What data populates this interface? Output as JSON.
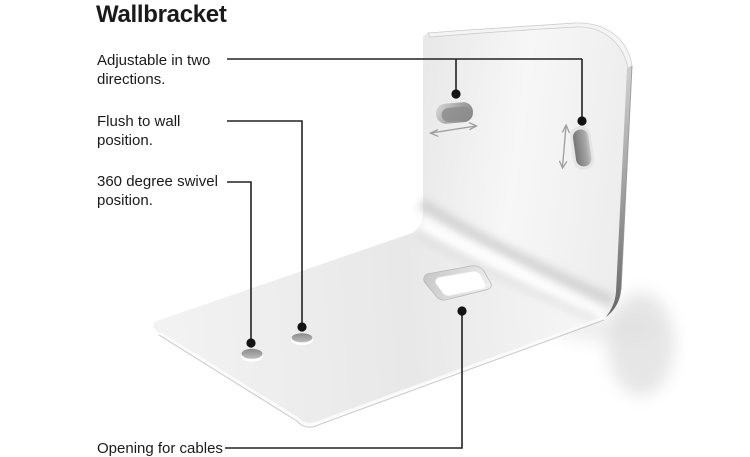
{
  "diagram": {
    "title": "Wallbracket",
    "callouts": [
      {
        "label": "Adjustable in two directions.",
        "points_to": [
          "horizontal-mounting-slot",
          "vertical-mounting-slot"
        ]
      },
      {
        "label": "Flush to wall position.",
        "points_to": [
          "flush-position-hole"
        ]
      },
      {
        "label": "360 degree swivel position.",
        "points_to": [
          "swivel-position-hole"
        ]
      },
      {
        "label": "Opening for cables",
        "points_to": [
          "cable-opening"
        ]
      }
    ],
    "illustration": {
      "subject": "white L-shaped speaker wall bracket, three-quarter 3D view",
      "features": [
        "horizontal-mounting-slot",
        "horizontal-adjust-arrow",
        "vertical-mounting-slot",
        "vertical-adjust-arrow",
        "flush-position-hole",
        "swivel-position-hole",
        "cable-opening"
      ]
    },
    "colors": {
      "background": "#ffffff",
      "text": "#1a1a1a",
      "callout_line": "#222222",
      "callout_dot": "#141414",
      "bracket_face_light": "#f7f7f7",
      "bracket_face_mid": "#e9e9e9",
      "bracket_edge_dark": "#6e6e6e",
      "slot_interior": "#8e8e8e",
      "shadow": "#dadada"
    }
  }
}
